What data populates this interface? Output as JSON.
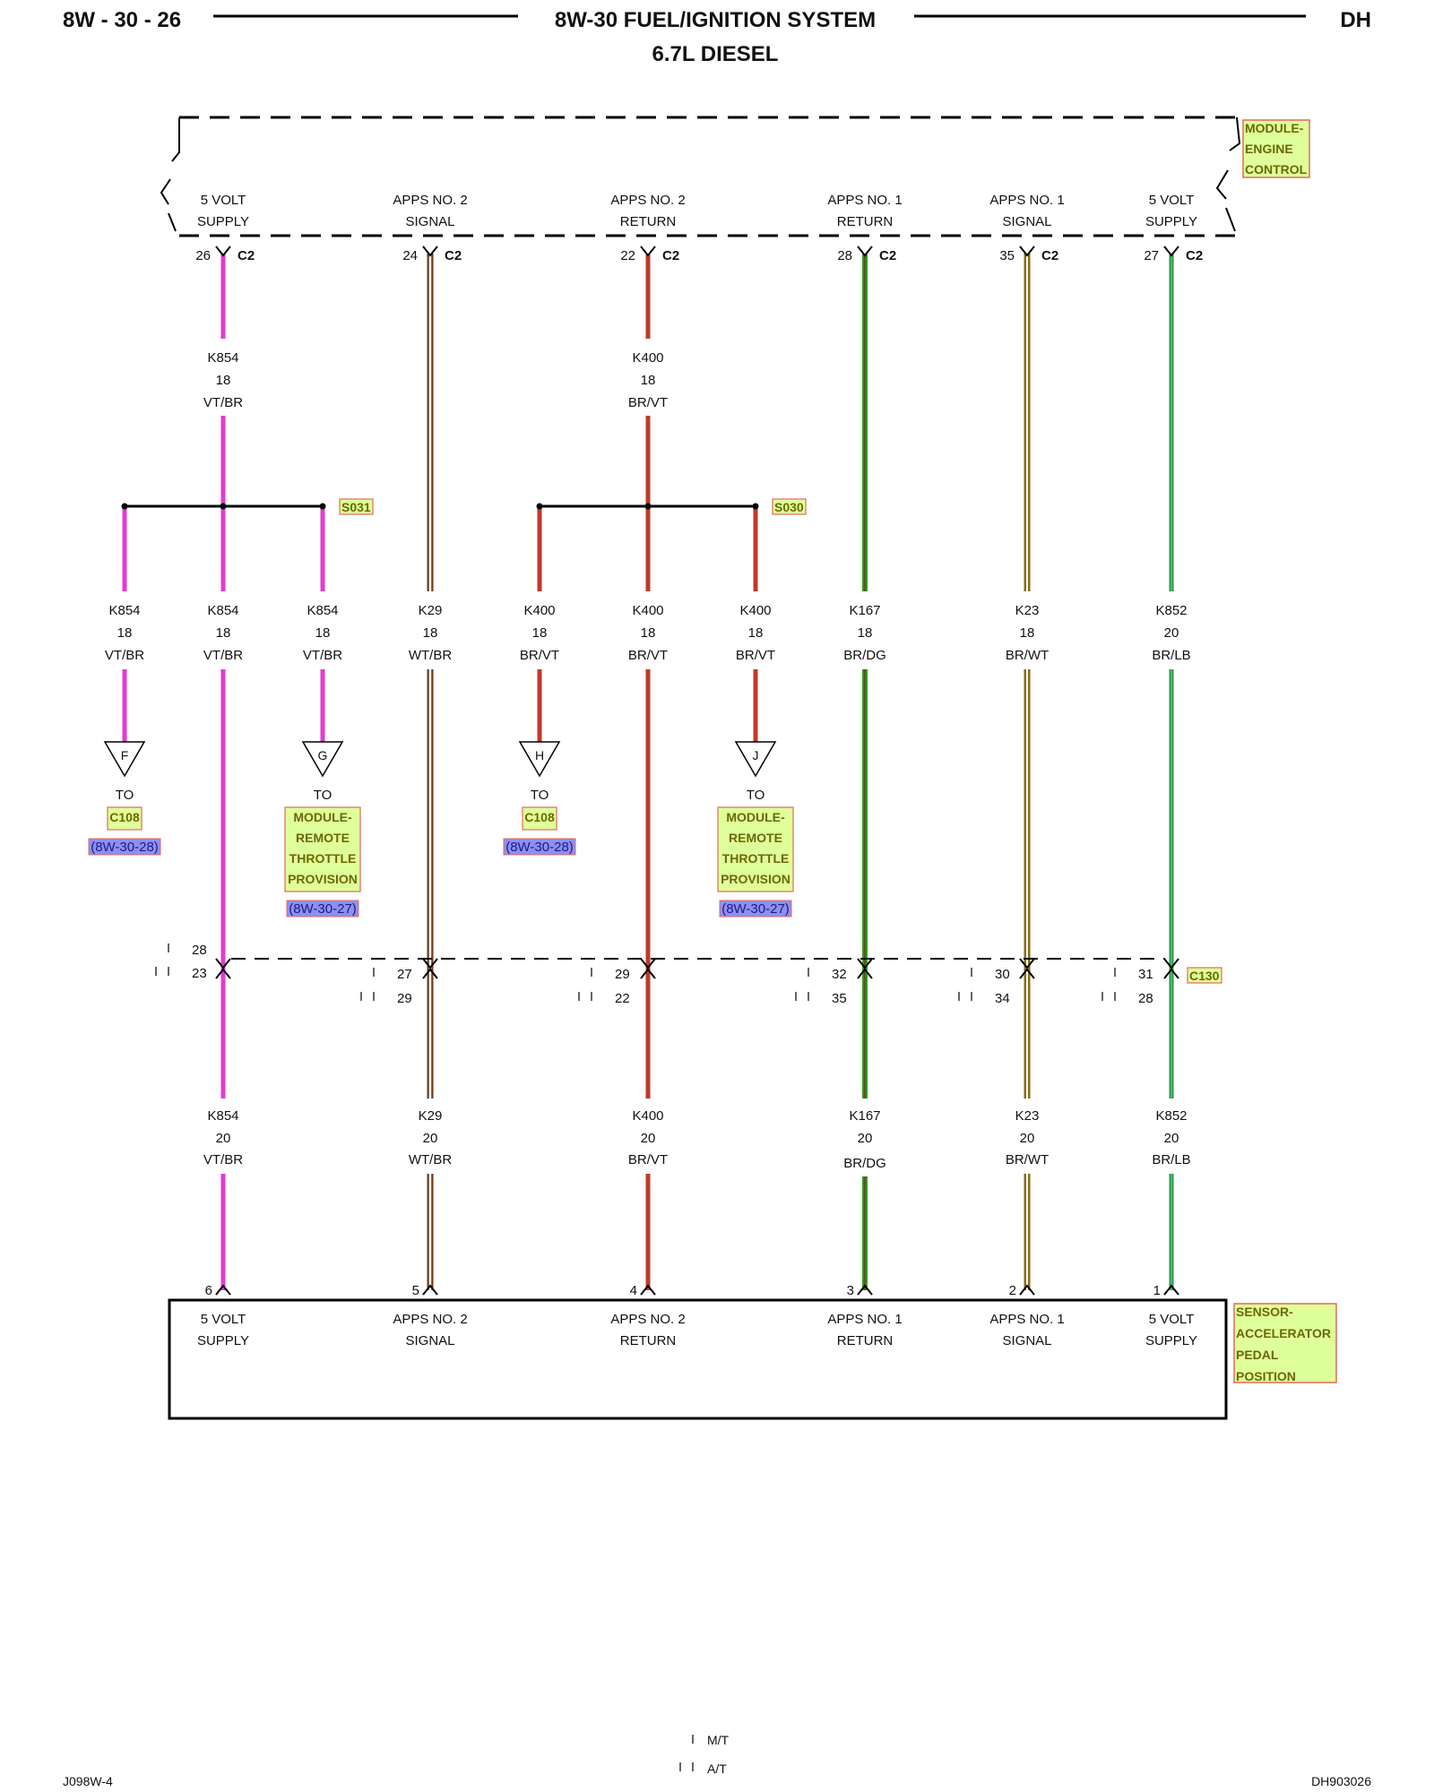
{
  "header": {
    "page_number": "8W - 30 - 26",
    "title": "8W-30 FUEL/IGNITION SYSTEM",
    "subtitle": "6.7L DIESEL",
    "section": "DH"
  },
  "module_engine_control": {
    "name_lines": [
      "MODULE-",
      "ENGINE",
      "CONTROL"
    ],
    "connector": "C2",
    "pins": [
      {
        "line1": "5 VOLT",
        "line2": "SUPPLY",
        "pin": "26"
      },
      {
        "line1": "APPS NO. 2",
        "line2": "SIGNAL",
        "pin": "24"
      },
      {
        "line1": "APPS NO. 2",
        "line2": "RETURN",
        "pin": "22"
      },
      {
        "line1": "APPS NO. 1",
        "line2": "RETURN",
        "pin": "28"
      },
      {
        "line1": "APPS NO. 1",
        "line2": "SIGNAL",
        "pin": "35"
      },
      {
        "line1": "5 VOLT",
        "line2": "SUPPLY",
        "pin": "27"
      }
    ]
  },
  "upper_wires": [
    {
      "circuit": "K854",
      "gauge": "18",
      "color_code": "VT/BR"
    },
    {
      "circuit": "K400",
      "gauge": "18",
      "color_code": "BR/VT"
    }
  ],
  "splices": [
    "S031",
    "S030"
  ],
  "branch_wires": [
    {
      "circuit": "K854",
      "gauge": "18",
      "color_code": "VT/BR"
    },
    {
      "circuit": "K854",
      "gauge": "18",
      "color_code": "VT/BR"
    },
    {
      "circuit": "K854",
      "gauge": "18",
      "color_code": "VT/BR"
    },
    {
      "circuit": "K29",
      "gauge": "18",
      "color_code": "WT/BR"
    },
    {
      "circuit": "K400",
      "gauge": "18",
      "color_code": "BR/VT"
    },
    {
      "circuit": "K400",
      "gauge": "18",
      "color_code": "BR/VT"
    },
    {
      "circuit": "K400",
      "gauge": "18",
      "color_code": "BR/VT"
    },
    {
      "circuit": "K167",
      "gauge": "18",
      "color_code": "BR/DG"
    },
    {
      "circuit": "K23",
      "gauge": "18",
      "color_code": "BR/WT"
    },
    {
      "circuit": "K852",
      "gauge": "20",
      "color_code": "BR/LB"
    }
  ],
  "offpage": [
    {
      "letter": "F",
      "to": "TO",
      "dest_lines": [
        "C108"
      ],
      "ref": "(8W-30-28)"
    },
    {
      "letter": "G",
      "to": "TO",
      "dest_lines": [
        "MODULE-",
        "REMOTE",
        "THROTTLE",
        "PROVISION"
      ],
      "ref": "(8W-30-27)"
    },
    {
      "letter": "H",
      "to": "TO",
      "dest_lines": [
        "C108"
      ],
      "ref": "(8W-30-28)"
    },
    {
      "letter": "J",
      "to": "TO",
      "dest_lines": [
        "MODULE-",
        "REMOTE",
        "THROTTLE",
        "PROVISION"
      ],
      "ref": "(8W-30-27)"
    }
  ],
  "inline_connector": {
    "name": "C130",
    "pins": [
      {
        "mt": "28",
        "at": "23"
      },
      {
        "mt": "27",
        "at": "29"
      },
      {
        "mt": "29",
        "at": "22"
      },
      {
        "mt": "32",
        "at": "35"
      },
      {
        "mt": "30",
        "at": "34"
      },
      {
        "mt": "31",
        "at": "28"
      }
    ]
  },
  "lower_wires": [
    {
      "circuit": "K854",
      "gauge": "20",
      "color_code": "VT/BR"
    },
    {
      "circuit": "K29",
      "gauge": "20",
      "color_code": "WT/BR"
    },
    {
      "circuit": "K400",
      "gauge": "20",
      "color_code": "BR/VT"
    },
    {
      "circuit": "K167",
      "gauge": "20",
      "color_code": "BR/DG"
    },
    {
      "circuit": "K23",
      "gauge": "20",
      "color_code": "BR/WT"
    },
    {
      "circuit": "K852",
      "gauge": "20",
      "color_code": "BR/LB"
    }
  ],
  "sensor_apps": {
    "name_lines": [
      "SENSOR-",
      "ACCELERATOR",
      "PEDAL",
      "POSITION"
    ],
    "pins": [
      {
        "pin": "6",
        "line1": "5 VOLT",
        "line2": "SUPPLY"
      },
      {
        "pin": "5",
        "line1": "APPS NO. 2",
        "line2": "SIGNAL"
      },
      {
        "pin": "4",
        "line1": "APPS NO. 2",
        "line2": "RETURN"
      },
      {
        "pin": "3",
        "line1": "APPS NO. 1",
        "line2": "RETURN"
      },
      {
        "pin": "2",
        "line1": "APPS NO. 1",
        "line2": "SIGNAL"
      },
      {
        "pin": "1",
        "line1": "5 VOLT",
        "line2": "SUPPLY"
      }
    ]
  },
  "legend": {
    "mt": "M/T",
    "at": "A/T"
  },
  "footer": {
    "left": "J098W-4",
    "right": "DH903026"
  },
  "colors": {
    "violet": "#e23bd2",
    "brown": "#6b3a1e",
    "red": "#c0392b",
    "white": "#ffffff",
    "dark_green": "#2e9a1e",
    "light_blue": "#3fb8e0",
    "tag_fill": "#dfff9a",
    "tag_border": "#e06c5a",
    "ref_fill": "#8f8ff0"
  }
}
